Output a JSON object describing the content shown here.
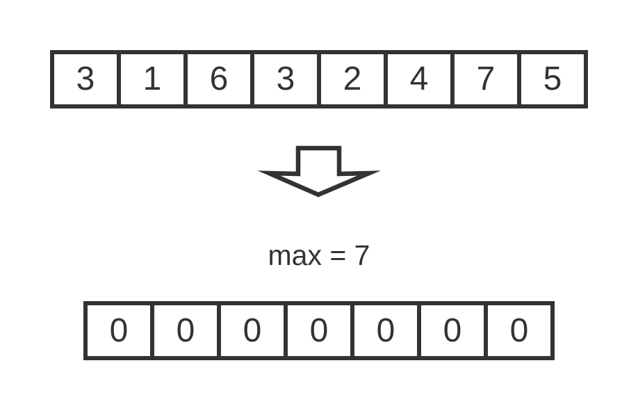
{
  "diagram": {
    "max_label": "max = 7",
    "input_array": {
      "cells": [
        "3",
        "1",
        "6",
        "3",
        "2",
        "4",
        "7",
        "5"
      ]
    },
    "count_array": {
      "cells": [
        "0",
        "0",
        "0",
        "0",
        "0",
        "0",
        "0"
      ]
    },
    "arrow_icon": "down-arrow",
    "colors": {
      "ink": "#333333",
      "background": "#ffffff"
    }
  }
}
